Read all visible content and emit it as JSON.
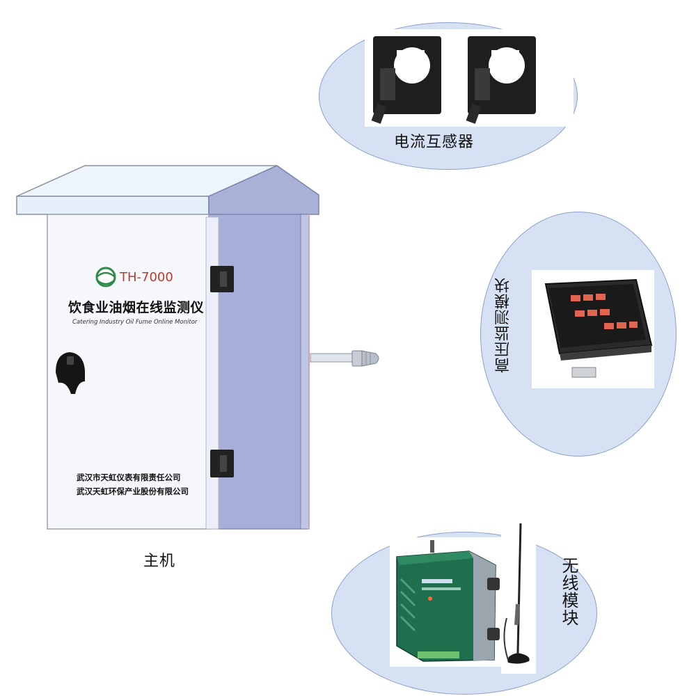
{
  "host": {
    "model": "TH-7000",
    "title_cn": "饮食业油烟在线监测仪",
    "title_en": "Catering Industry Oil Fume Online Monitor",
    "company1": "武汉市天虹仪表有限责任公司",
    "company2": "武汉天虹环保产业股份有限公司",
    "caption": "主机"
  },
  "components": {
    "current_transformer": "电流互感器",
    "high_voltage_module": "高压监测模块",
    "wireless_module": "无线模块"
  },
  "colors": {
    "ellipse_fill": "#d6e2f4",
    "cabinet_side": "#a9b1d9",
    "cabinet_front": "#f6f7fb",
    "roof": "#e9f2fb",
    "module_green": "#1f6e4e"
  }
}
